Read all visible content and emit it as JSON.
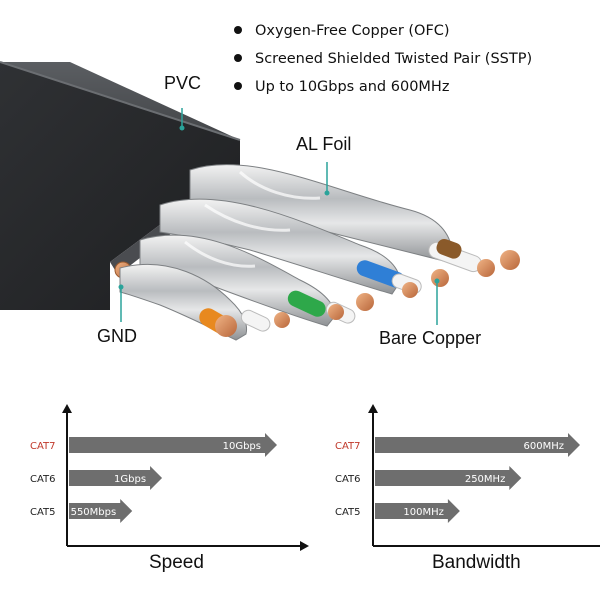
{
  "bullets": [
    "Oxygen-Free Copper (OFC)",
    "Screened Shielded Twisted Pair (SSTP)",
    "Up to 10Gbps and 600MHz"
  ],
  "callouts": {
    "pvc": "PVC",
    "al_foil": "AL Foil",
    "gnd": "GND",
    "bare_copper": "Bare Copper"
  },
  "pair_colors": {
    "orange": "#e8891f",
    "green": "#2ea84a",
    "blue": "#2f7fd6",
    "brown": "#8a5a2a"
  },
  "colors": {
    "cat7_label": "#c0392b",
    "arrow": "#6e6e6e"
  },
  "chart_data": [
    {
      "type": "bar",
      "title": "",
      "xlabel": "Speed",
      "ylabel": "",
      "categories": [
        "CAT7",
        "CAT6",
        "CAT5"
      ],
      "values": [
        10000,
        1000,
        550
      ],
      "value_labels": [
        "10Gbps",
        "1Gbps",
        "550Mbps"
      ],
      "unit": "Mbps"
    },
    {
      "type": "bar",
      "title": "",
      "xlabel": "Bandwidth",
      "ylabel": "",
      "categories": [
        "CAT7",
        "CAT6",
        "CAT5"
      ],
      "values": [
        600,
        250,
        100
      ],
      "value_labels": [
        "600MHz",
        "250MHz",
        "100MHz"
      ],
      "unit": "MHz"
    }
  ]
}
